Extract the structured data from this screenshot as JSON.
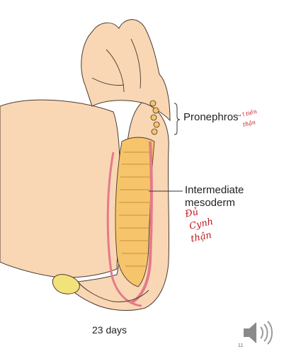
{
  "labels": {
    "pronephros": "Pronephros",
    "intermediate_line1": "Intermediate",
    "intermediate_line2": "mesoderm",
    "age": "23 days",
    "page_number": "11"
  },
  "handwritten_notes": {
    "pronephros_note_line1": "→↑tiền",
    "pronephros_note_line2": "thận",
    "mesoderm_note_line1": "Đủ",
    "mesoderm_note_line2": "Cynh",
    "mesoderm_note_line3": "thận"
  },
  "icons": {
    "speaker": "speaker-icon"
  },
  "colors": {
    "skin": "#f9d7b4",
    "skin_shadow": "#e8b48a",
    "outline": "#4a3a30",
    "mesoderm_yellow": "#f6c46a",
    "mesoderm_pink": "#e47a8a",
    "annotation_red": "#c4161c",
    "yolk_yellow": "#f2e27a"
  }
}
